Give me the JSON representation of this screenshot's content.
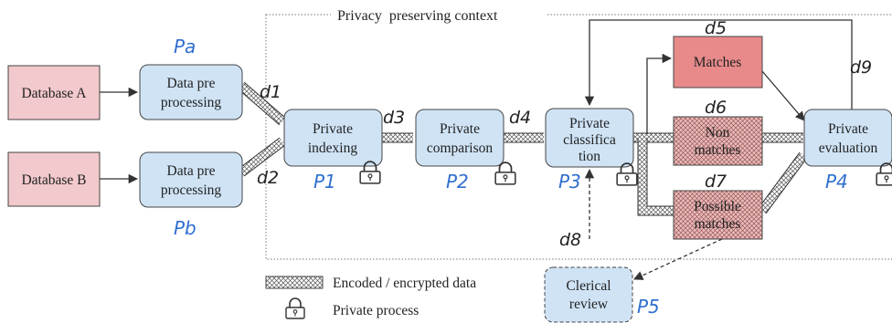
{
  "context": {
    "title": "Privacy  preserving context"
  },
  "nodes": {
    "database_a": "Database A",
    "database_b": "Database B",
    "preproc_a": [
      "Data pre",
      "processing"
    ],
    "preproc_b": [
      "Data pre",
      "processing"
    ],
    "private_indexing": [
      "Private",
      "indexing"
    ],
    "private_comparison": [
      "Private",
      "comparison"
    ],
    "private_classification": [
      "Private",
      "classifica",
      "tion"
    ],
    "matches": "Matches",
    "non_matches": [
      "Non",
      "matches"
    ],
    "possible_matches": [
      "Possible",
      "matches"
    ],
    "private_evaluation": [
      "Private",
      "evaluation"
    ],
    "clerical_review": [
      "Clerical",
      "review"
    ]
  },
  "data_labels": {
    "d1": "d1",
    "d2": "d2",
    "d3": "d3",
    "d4": "d4",
    "d5": "d5",
    "d6": "d6",
    "d7": "d7",
    "d8": "d8",
    "d9": "d9"
  },
  "party_labels": {
    "pa": "Pa",
    "pb": "Pb",
    "p1": "P1",
    "p2": "P2",
    "p3": "P3",
    "p4": "P4",
    "p5": "P5"
  },
  "legend": {
    "encoded": "Encoded / encrypted data",
    "private_process": "Private process"
  },
  "colors": {
    "database_fill": "#f2c9cc",
    "process_fill": "#cfe3f5",
    "match_fill": "#e88a8a",
    "hatched_fill": "#e9b8b8",
    "party_label": "#2f6fd0"
  }
}
